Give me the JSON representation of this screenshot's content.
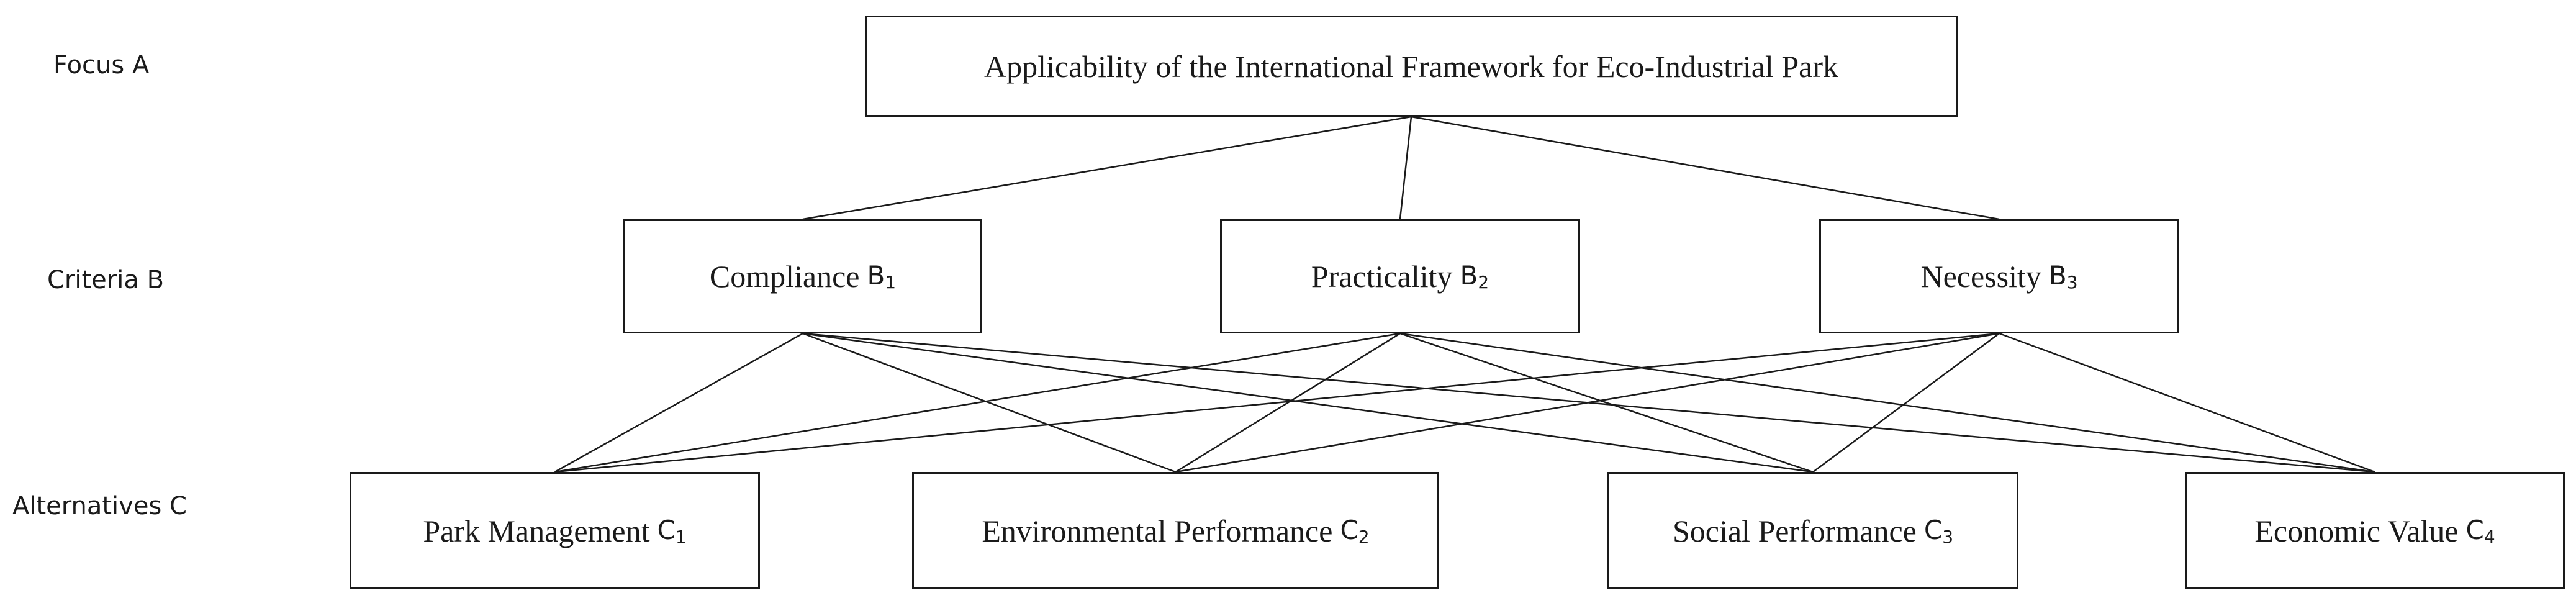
{
  "levels": {
    "focus": "Focus A",
    "criteria": "Criteria B",
    "alternatives": "Alternatives C"
  },
  "goal": {
    "label": "Applicability of the International Framework for Eco-Industrial Park"
  },
  "criteria": [
    {
      "id": "B1",
      "label": "Compliance",
      "letter": "B",
      "sub": "1"
    },
    {
      "id": "B2",
      "label": "Practicality",
      "letter": "B",
      "sub": "2"
    },
    {
      "id": "B3",
      "label": "Necessity",
      "letter": "B",
      "sub": "3"
    }
  ],
  "alternatives": [
    {
      "id": "C1",
      "label": "Park Management",
      "letter": "C",
      "sub": "1"
    },
    {
      "id": "C2",
      "label": "Environmental Performance",
      "letter": "C",
      "sub": "2"
    },
    {
      "id": "C3",
      "label": "Social Performance",
      "letter": "C",
      "sub": "3"
    },
    {
      "id": "C4",
      "label": "Economic Value",
      "letter": "C",
      "sub": "4"
    }
  ],
  "colors": {
    "stroke": "#1a1a1a",
    "background": "#ffffff"
  }
}
